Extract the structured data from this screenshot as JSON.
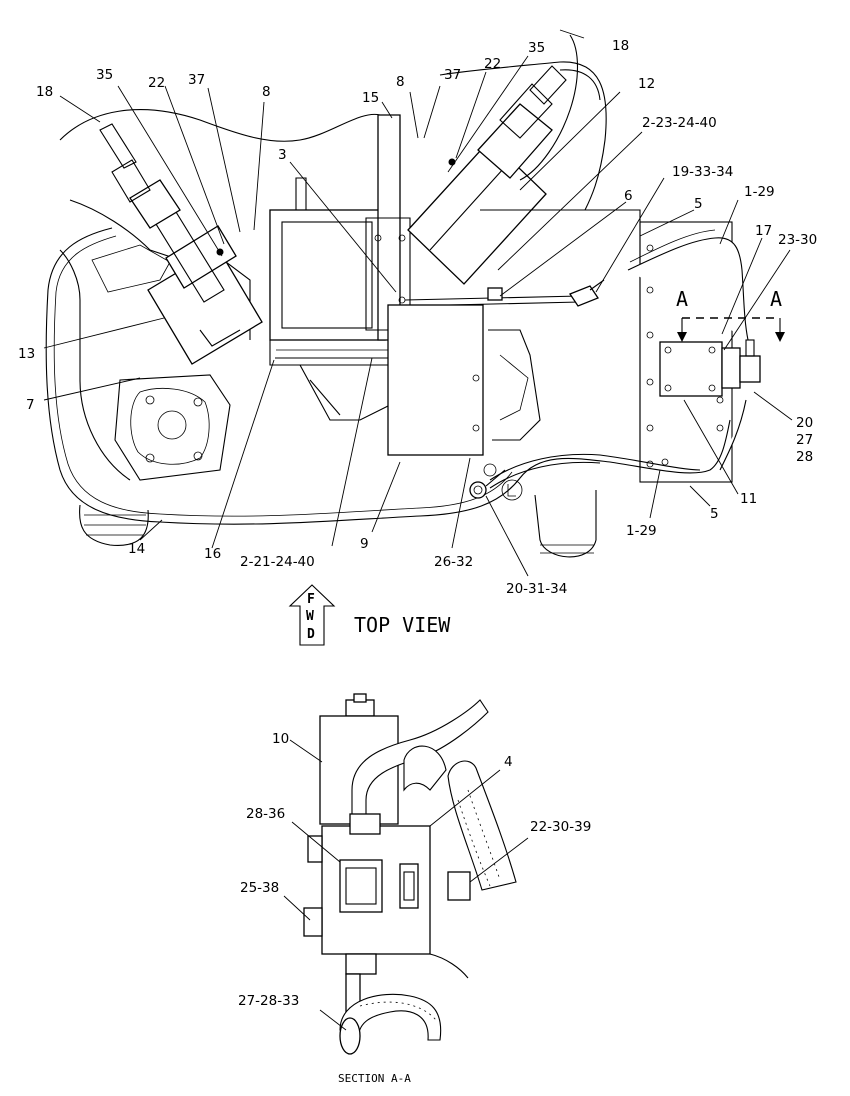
{
  "view_title": "TOP VIEW",
  "fwd_letters": [
    "F",
    "W",
    "D"
  ],
  "section_title": "SECTION A-A",
  "section_marker": "A",
  "callouts": {
    "c_18_left": "18",
    "c_35_left": "35",
    "c_22_left": "22",
    "c_37_left": "37",
    "c_8_left": "8",
    "c_15": "15",
    "c_8_mid": "8",
    "c_37_mid": "37",
    "c_22_mid": "22",
    "c_35_mid": "35",
    "c_18_right": "18",
    "c_12": "12",
    "c_2_23_24_40": "2-23-24-40",
    "c_3": "3",
    "c_19_33_34": "19-33-34",
    "c_6": "6",
    "c_5_top": "5",
    "c_1_29_top": "1-29",
    "c_17": "17",
    "c_23_30": "23-30",
    "c_13": "13",
    "c_7": "7",
    "c_20": "20",
    "c_27": "27",
    "c_28": "28",
    "c_11": "11",
    "c_5_bottom": "5",
    "c_1_29_bottom": "1-29",
    "c_14": "14",
    "c_16": "16",
    "c_2_21_24_40": "2-21-24-40",
    "c_9": "9",
    "c_26_32": "26-32",
    "c_20_31_34": "20-31-34",
    "c_10": "10",
    "c_4": "4",
    "c_28_36": "28-36",
    "c_22_30_39": "22-30-39",
    "c_25_38": "25-38",
    "c_27_28_33": "27-28-33"
  }
}
